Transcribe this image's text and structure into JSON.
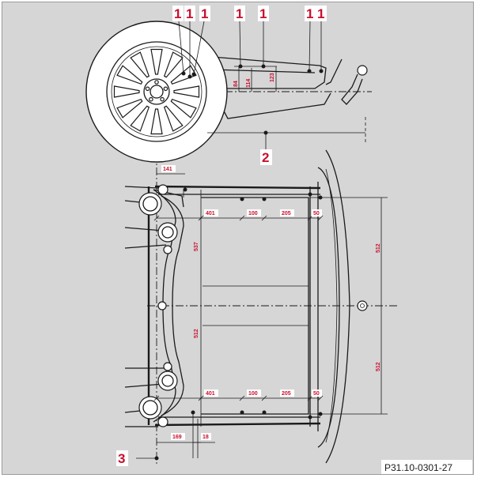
{
  "figure": {
    "code": "P31.10-0301-27",
    "callouts": {
      "c1a": "1",
      "c1b": "1",
      "c1c": "1",
      "c1d": "1",
      "c1e": "1",
      "c1f": "1",
      "c1g": "1",
      "c2": "2",
      "c3": "3"
    },
    "dimensions": {
      "side_84": "84",
      "side_114": "114",
      "side_123": "123",
      "top_141": "141",
      "top_401": "401",
      "top_100": "100",
      "top_205": "205",
      "top_50": "50",
      "left_537": "537",
      "left_512": "512",
      "right_512_upper": "512",
      "right_512_lower": "512",
      "bot_401": "401",
      "bot_100": "100",
      "bot_205": "205",
      "bot_50": "50",
      "bot_169": "169",
      "bot_18": "18"
    },
    "colors": {
      "background": "#d6d6d6",
      "accent": "#c8102e",
      "line": "#1a1a1a"
    }
  }
}
